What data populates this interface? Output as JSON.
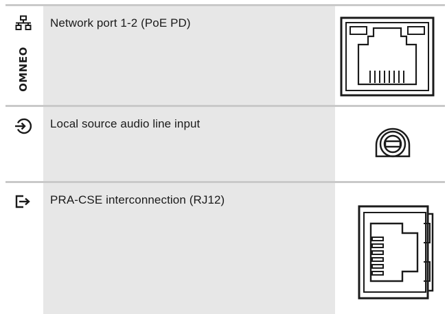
{
  "rows": [
    {
      "description": "Network port 1-2 (PoE PD)",
      "icon": "network-icon",
      "brand_label": "OMNEO",
      "image": "rj45-port"
    },
    {
      "description": "Local source audio line input",
      "icon": "line-input-icon",
      "image": "audio-jack"
    },
    {
      "description": "PRA-CSE interconnection (RJ12)",
      "icon": "output-icon",
      "image": "rj12-port"
    }
  ]
}
